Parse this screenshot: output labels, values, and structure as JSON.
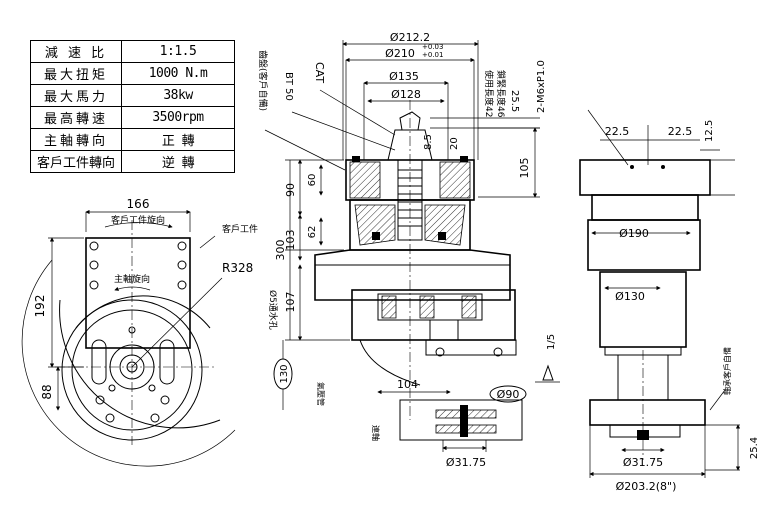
{
  "specs": [
    {
      "label": "減 速 比",
      "value": "1:1.5"
    },
    {
      "label": "最大扭矩",
      "value": "1000 N.m"
    },
    {
      "label": "最大馬力",
      "value": "38kw"
    },
    {
      "label": "最高轉速",
      "value": "3500rpm"
    },
    {
      "label": "主軸轉向",
      "value": "正 轉"
    },
    {
      "label": "客戶工件轉向",
      "value": "逆 轉"
    }
  ],
  "left_view": {
    "dim_width": "166",
    "label_client_rotation": "客戶工件旋向",
    "label_client_workpiece": "客戶工件",
    "label_spindle_rotation": "主軸旋向",
    "dim_radius": "R328",
    "dim_height": "192",
    "dim_offset": "88"
  },
  "center_view": {
    "dia_212": "Ø212.2",
    "dia_210": "Ø210",
    "tol_upper": "+0.03",
    "tol_lower": "+0.01",
    "label_cat": "CAT",
    "label_bt50": "BT 50",
    "label_disc": "齒盤(客戶自備)",
    "dia_135": "Ø135",
    "dia_128": "Ø128",
    "label_len42": "使用長度42",
    "label_len46": "鎖緊長度46",
    "dim_25_5": "25.5",
    "dim_8_5": "8.5",
    "dim_20": "20",
    "dim_105": "105",
    "dim_90": "90",
    "dim_60": "60",
    "dim_62": "62",
    "dim_103": "103",
    "dim_300": "300",
    "dim_107": "107",
    "label_water_hole": "Ø5通水孔",
    "dim_130_circle": "130",
    "label_gas_pipe": "氣壓管",
    "dim_104": "104",
    "dia_90": "Ø90",
    "label_taper": "1/5",
    "label_coupling": "連軸",
    "dia_31_75": "Ø31.75"
  },
  "right_view": {
    "label_thread": "2-M6xP1.0",
    "dim_22_5_left": "22.5",
    "dim_22_5_right": "22.5",
    "dim_12_5": "12.5",
    "dia_190": "Ø190",
    "dia_130": "Ø130",
    "label_bearing": "軸承客戶自備",
    "dia_31_75": "Ø31.75",
    "dim_25_4": "25.4",
    "dia_203_2": "Ø203.2(8\")"
  }
}
